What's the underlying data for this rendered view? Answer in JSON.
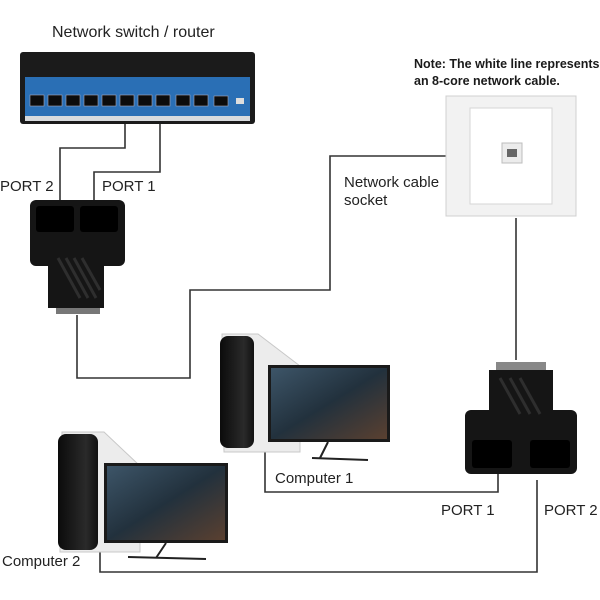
{
  "labels": {
    "switch_title": "Network switch / router",
    "port2_top": "PORT 2",
    "port1_top": "PORT 1",
    "socket_line1": "Network cable",
    "socket_line2": "socket",
    "computer1": "Computer 1",
    "computer2": "Computer 2",
    "port1_bottom": "PORT 1",
    "port2_bottom": "PORT 2"
  },
  "note": {
    "line1": "Note: The white line represents",
    "line2": "an 8-core network cable."
  },
  "icons": {
    "switch": "network-switch-icon",
    "splitter": "rj45-splitter-icon",
    "socket": "wall-socket-icon",
    "computer": "desktop-computer-icon"
  },
  "colors": {
    "switch_panel": "#2a6fb5",
    "adapter": "#151515",
    "cable": "#333333",
    "socket_plate": "#f2f2f2"
  }
}
